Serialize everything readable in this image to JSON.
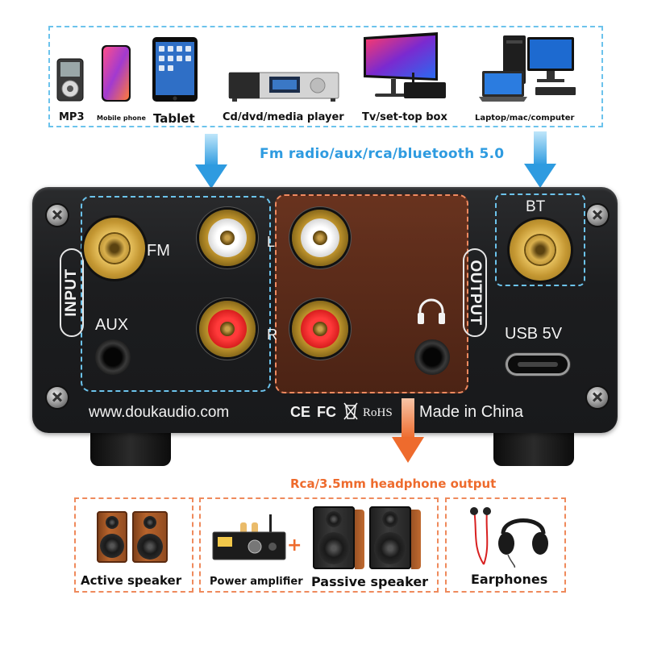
{
  "sources": [
    {
      "id": "mp3",
      "label": "MP3",
      "icon": "mp3-player-icon"
    },
    {
      "id": "mobile",
      "label": "Mobile phone",
      "icon": "mobile-phone-icon"
    },
    {
      "id": "tablet",
      "label": "Tablet",
      "icon": "tablet-icon"
    },
    {
      "id": "cd",
      "label": "Cd/dvd/media player",
      "icon": "media-player-icon"
    },
    {
      "id": "tv",
      "label": "Tv/set-top box",
      "icon": "tv-icon"
    },
    {
      "id": "laptop",
      "label": "Laptop/mac/computer",
      "icon": "computer-icon"
    }
  ],
  "input_caption": "Fm radio/aux/rca/bluetooth 5.0",
  "device": {
    "input_label": "INPUT",
    "output_label": "OUTPUT",
    "fm_label": "FM",
    "aux_label": "AUX",
    "left_label": "L",
    "right_label": "R",
    "bt_label": "BT",
    "usb_label": "USB 5V",
    "website": "www.doukaudio.com",
    "certifications": {
      "ce": "CE",
      "fc": "FC",
      "rohs": "RoHS"
    },
    "made_in": "Made in China"
  },
  "output_caption": "Rca/3.5mm headphone output",
  "outputs": [
    {
      "id": "active",
      "label": "Active speaker"
    },
    {
      "id": "power-amp",
      "label": "Power amplifier"
    },
    {
      "id": "plus",
      "label": "+"
    },
    {
      "id": "passive",
      "label": "Passive speaker"
    },
    {
      "id": "earphones",
      "label": "Earphones"
    }
  ],
  "colors": {
    "input_accent": "#2e9be0",
    "output_accent": "#ee6b2d",
    "panel": "#1c1d1f",
    "rca_red": "#d81e1e",
    "rca_white": "#f2f2f2"
  }
}
